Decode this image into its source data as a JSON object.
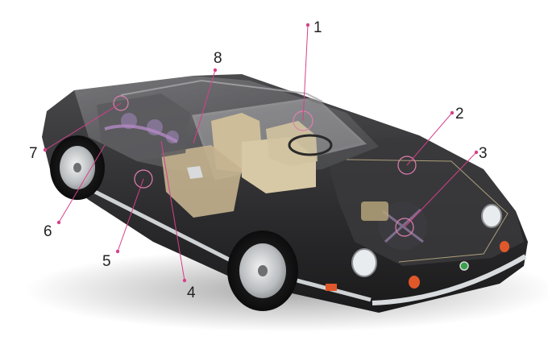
{
  "colors": {
    "background": "#ffffff",
    "body_dark": "#2b2b2d",
    "body_glass": "#6d6d70",
    "interior_tan": "#cdbd98",
    "chrome": "#cfd2d4",
    "accent_leader": "#d6408a",
    "marker_ring": "#e07fb0",
    "callout_text": "#222222",
    "indicator_orange": "#e0582a",
    "badge_green": "#3aa04a"
  },
  "diagram": {
    "subject": "car-cutaway-illustration",
    "callouts": [
      {
        "id": "1",
        "label": "1"
      },
      {
        "id": "2",
        "label": "2"
      },
      {
        "id": "3",
        "label": "3"
      },
      {
        "id": "4",
        "label": "4"
      },
      {
        "id": "5",
        "label": "5"
      },
      {
        "id": "6",
        "label": "6"
      },
      {
        "id": "7",
        "label": "7"
      },
      {
        "id": "8",
        "label": "8"
      }
    ]
  }
}
